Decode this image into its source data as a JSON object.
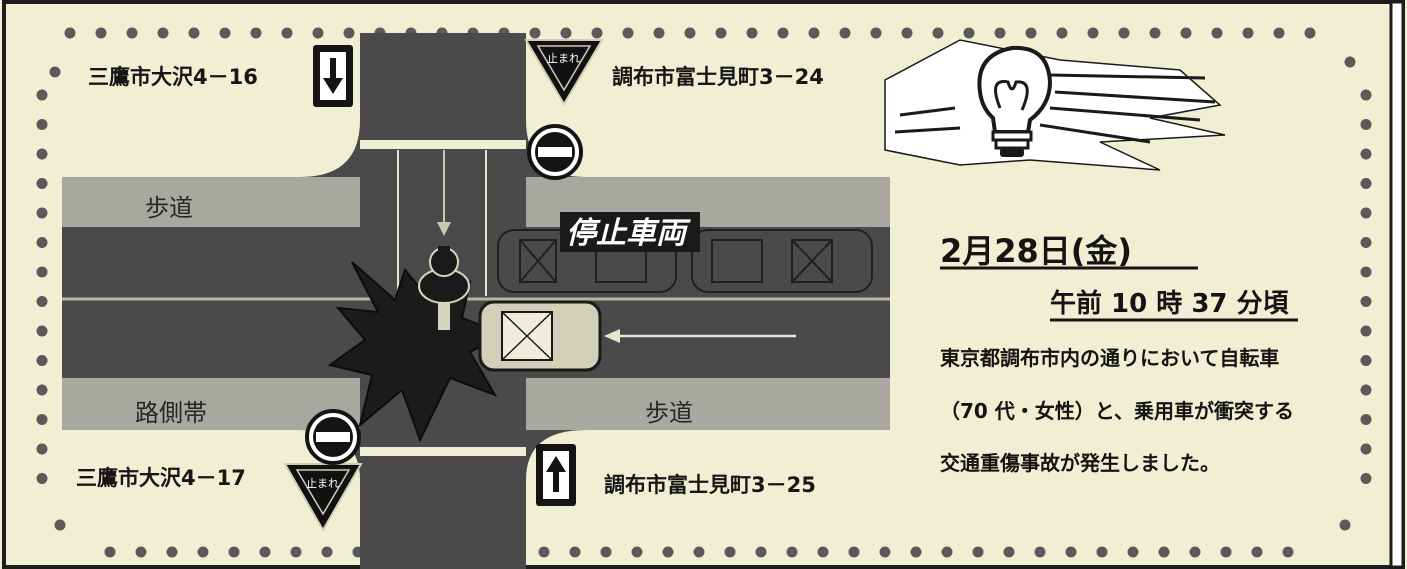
{
  "diagram": {
    "addresses": {
      "top_left": "三鷹市大沢4－16",
      "top_right": "調布市富士見町3－24",
      "bottom_left": "三鷹市大沢4－17",
      "bottom_right": "調布市富士見町3－25"
    },
    "areas": {
      "sidewalk_top": "歩道",
      "sidewalk_bottom": "歩道",
      "shoulder": "路側帯"
    },
    "stopped_vehicles_label": "停止車両",
    "stop_sign_text": "止まれ",
    "icons": [
      "lightbulb-icon",
      "stop-sign-icon",
      "no-entry-icon",
      "one-way-arrow-icon",
      "bicycle-icon",
      "car-icon",
      "collision-burst-icon"
    ]
  },
  "incident": {
    "date": "2月28日(金)",
    "time": "午前 10 時 37 分頃",
    "description_lines": [
      "東京都調布市内の通りにおいて自転車",
      "（70 代・女性）と、乗用車が衝突する",
      "交通重傷事故が発生しました。"
    ]
  },
  "colors": {
    "background": "#f1efd3",
    "road": "#4a4a4a",
    "sidewalk": "#a9a8a0",
    "dots": "#5a5a5a",
    "ink": "#161616"
  }
}
